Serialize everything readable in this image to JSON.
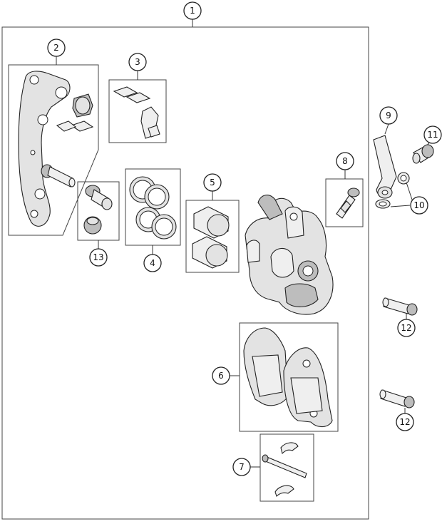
{
  "callouts": {
    "c1": "1",
    "c2": "2",
    "c3": "3",
    "c4": "4",
    "c5": "5",
    "c6": "6",
    "c7": "7",
    "c8": "8",
    "c9": "9",
    "c10": "10",
    "c11": "11",
    "c12a": "12",
    "c12b": "12",
    "c13": "13"
  },
  "colors": {
    "line": "#222222",
    "part_fill": "#e3e3e3",
    "background": "#ffffff"
  }
}
